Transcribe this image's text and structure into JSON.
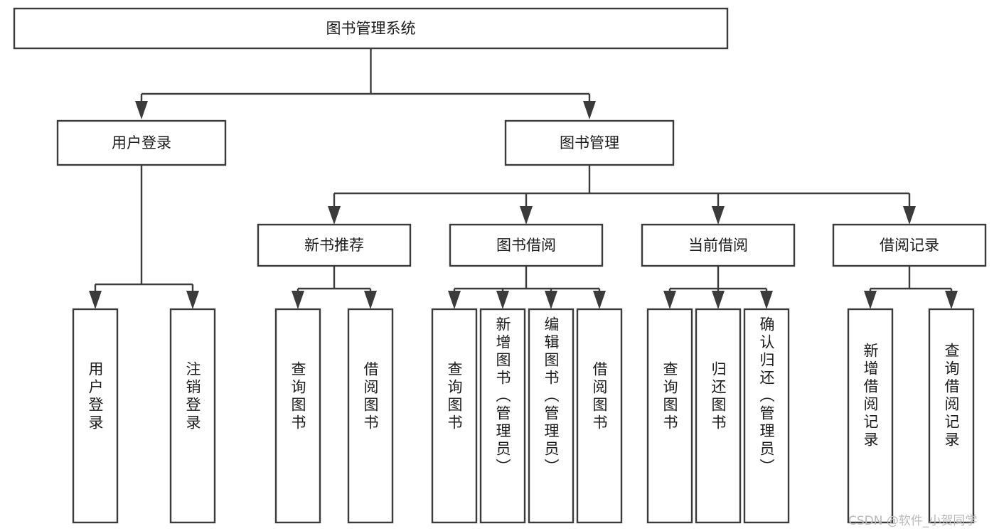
{
  "diagram": {
    "title": "图书管理系统",
    "type": "tree",
    "watermark": "CSDN @软件_小贺同学",
    "colors": {
      "stroke": "#3b3b3b",
      "fill": "#ffffff",
      "text": "#1c1c1c",
      "watermark": "#b9b9b9",
      "background": "#ffffff"
    },
    "root": {
      "label": "图书管理系统"
    },
    "level2": [
      {
        "label": "用户登录"
      },
      {
        "label": "图书管理"
      }
    ],
    "level3": [
      {
        "label": "新书推荐"
      },
      {
        "label": "图书借阅"
      },
      {
        "label": "当前借阅"
      },
      {
        "label": "借阅记录"
      }
    ],
    "leaves": {
      "user_login": [
        {
          "label": "用户登录"
        },
        {
          "label": "注销登录"
        }
      ],
      "new_book_recommend": [
        {
          "label": "查询图书"
        },
        {
          "label": "借阅图书"
        }
      ],
      "book_borrow": [
        {
          "label": "查询图书"
        },
        {
          "label": "新增图书（管理员）"
        },
        {
          "label": "编辑图书（管理员）"
        },
        {
          "label": "借阅图书"
        }
      ],
      "current_borrow": [
        {
          "label": "查询图书"
        },
        {
          "label": "归还图书"
        },
        {
          "label": "确认归还（管理员）"
        }
      ],
      "borrow_record": [
        {
          "label": "新增借阅记录"
        },
        {
          "label": "查询借阅记录"
        }
      ]
    }
  }
}
